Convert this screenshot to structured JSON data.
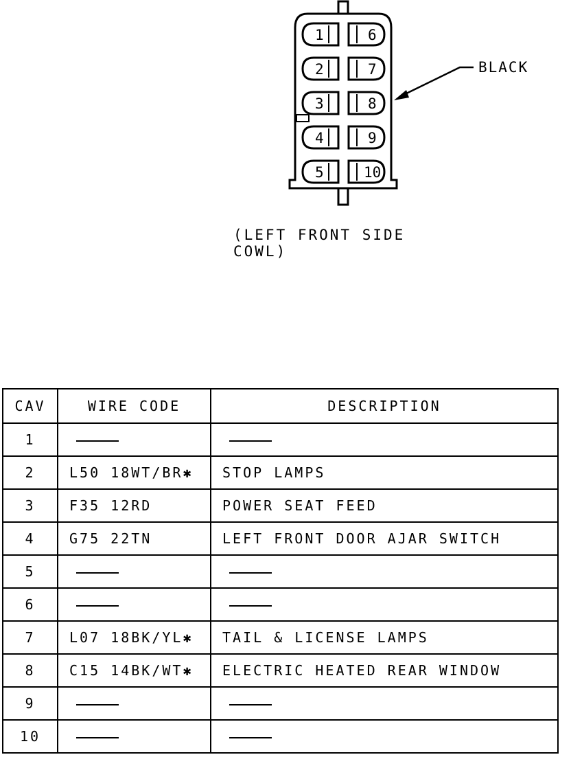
{
  "connector": {
    "color_label": "BLACK",
    "location": "(LEFT FRONT SIDE COWL)",
    "cavities": [
      {
        "number": "1"
      },
      {
        "number": "2"
      },
      {
        "number": "3"
      },
      {
        "number": "4"
      },
      {
        "number": "5"
      },
      {
        "number": "6"
      },
      {
        "number": "7"
      },
      {
        "number": "8"
      },
      {
        "number": "9"
      },
      {
        "number": "10"
      }
    ]
  },
  "table": {
    "headers": {
      "cav": "CAV",
      "wire_code": "WIRE CODE",
      "description": "DESCRIPTION"
    },
    "rows": [
      {
        "cav": "1",
        "wire_code": "",
        "description": ""
      },
      {
        "cav": "2",
        "wire_code": "L50 18WT/BR✱",
        "description": "STOP LAMPS"
      },
      {
        "cav": "3",
        "wire_code": "F35 12RD",
        "description": "POWER SEAT FEED"
      },
      {
        "cav": "4",
        "wire_code": "G75 22TN",
        "description": "LEFT FRONT DOOR AJAR SWITCH"
      },
      {
        "cav": "5",
        "wire_code": "",
        "description": ""
      },
      {
        "cav": "6",
        "wire_code": "",
        "description": ""
      },
      {
        "cav": "7",
        "wire_code": "L07 18BK/YL✱",
        "description": "TAIL & LICENSE LAMPS"
      },
      {
        "cav": "8",
        "wire_code": "C15 14BK/WT✱",
        "description": "ELECTRIC HEATED REAR WINDOW"
      },
      {
        "cav": "9",
        "wire_code": "",
        "description": ""
      },
      {
        "cav": "10",
        "wire_code": "",
        "description": ""
      }
    ]
  }
}
